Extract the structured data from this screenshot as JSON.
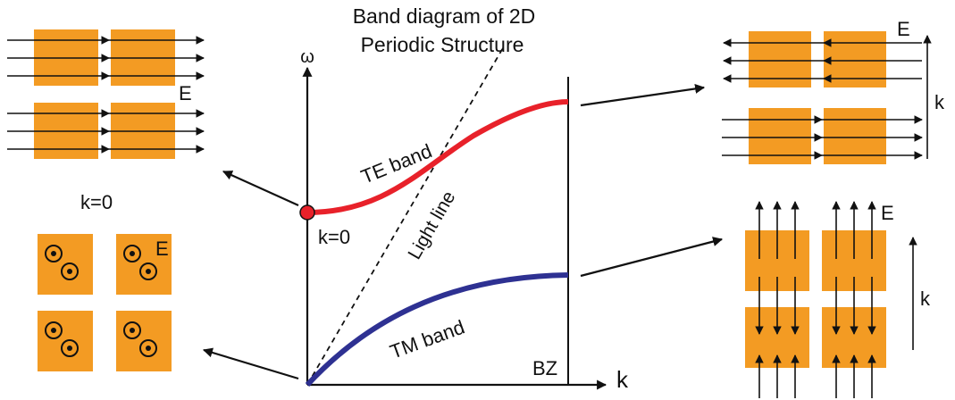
{
  "title_line1": "Band diagram of 2D",
  "title_line2": "Periodic Structure",
  "axis_y": "ω",
  "axis_x": "k",
  "bz_label": "BZ",
  "te_band": "TE band",
  "tm_band": "TM band",
  "light_line": "Light line",
  "k0_point": "k=0",
  "k0_left": "k=0",
  "e_field": "E",
  "k_vector": "k",
  "colors": {
    "te": "#e8212a",
    "tm": "#2e3192",
    "cell": "#f39b23",
    "point": "#e8212a"
  }
}
